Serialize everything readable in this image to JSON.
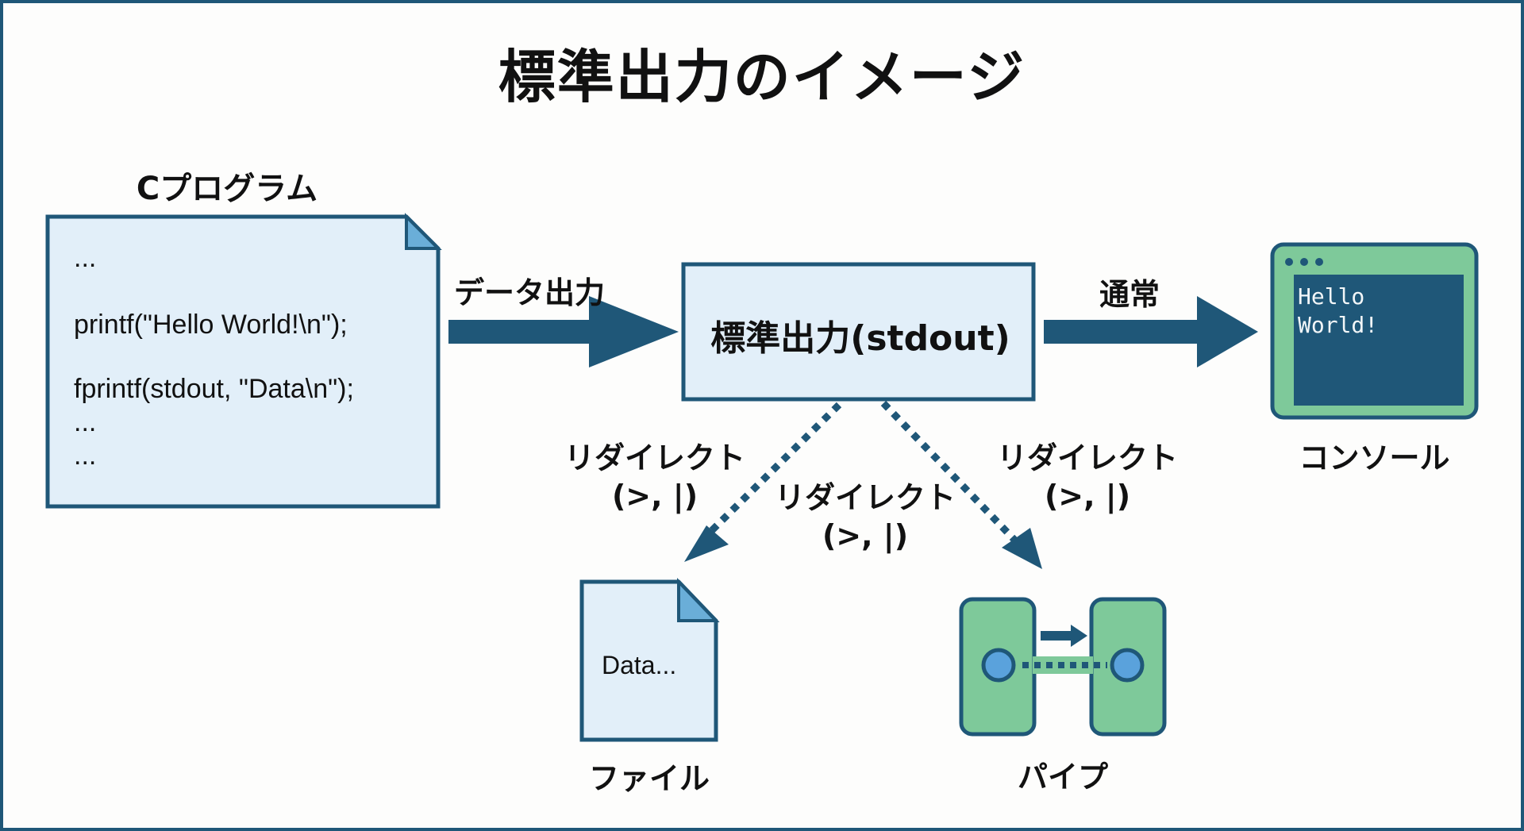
{
  "title": "標準出力のイメージ",
  "colors": {
    "primary": "#1f5778",
    "box_fill": "#e2eff9",
    "corner_fill": "#6aaed8",
    "console_bg": "#1f5778",
    "console_frame": "#7ec99a",
    "pipe_fill": "#7ec99a",
    "pipe_node": "#5aa2dc"
  },
  "program": {
    "heading": "Cプログラム",
    "lines": [
      "...",
      "printf(\"Hello World!\\n\");",
      "fprintf(stdout, \"Data\\n\");",
      "...",
      "..."
    ]
  },
  "arrow_data_output": {
    "label": "データ出力"
  },
  "stdout_box": {
    "label": "標準出力(stdout)"
  },
  "arrow_normal": {
    "label": "通常"
  },
  "console": {
    "label": "コンソール",
    "lines": [
      "Hello",
      "World!"
    ]
  },
  "redirects": [
    {
      "line1": "リダイレクト",
      "line2": "(>, |)"
    },
    {
      "line1": "リダイレクト",
      "line2": "(>, |)"
    },
    {
      "line1": "リダイレクト",
      "line2": "(>, |)"
    }
  ],
  "file": {
    "label": "ファイル",
    "content": "Data..."
  },
  "pipe": {
    "label": "パイプ"
  }
}
